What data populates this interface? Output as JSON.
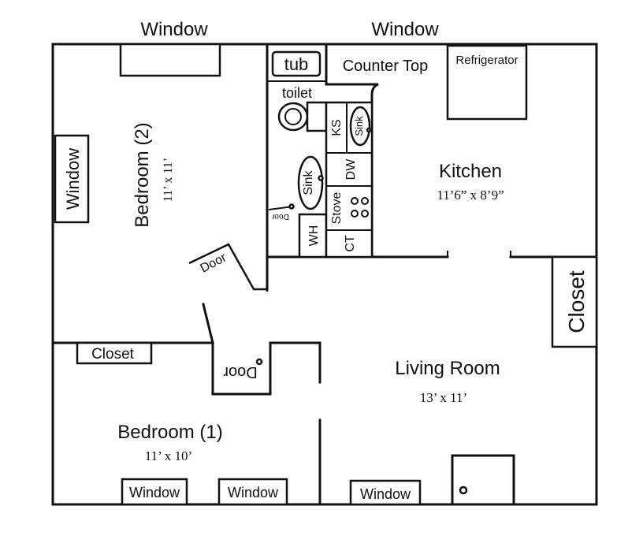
{
  "labels": {
    "window_top_left": "Window",
    "window_top_right": "Window",
    "window_left": "Window",
    "window_bottom_1": "Window",
    "window_bottom_2": "Window",
    "window_bottom_3": "Window",
    "tub": "tub",
    "counter_top": "Counter Top",
    "refrigerator": "Refrigerator",
    "toilet": "toilet",
    "ks": "KS",
    "kitchen_sink": "Sink",
    "bath_sink": "Sink",
    "dw": "DW",
    "stove": "Stove",
    "wh": "WH",
    "ct": "CT",
    "bath_door": "Door",
    "bedroom2_door": "Door",
    "bedroom1_door": "Door",
    "closet_bedroom1": "Closet",
    "closet_living": "Closet"
  },
  "rooms": {
    "bedroom2": {
      "name": "Bedroom (2)",
      "size": "11’ x 11’"
    },
    "kitchen": {
      "name": "Kitchen",
      "size": "11’6” x 8’9”"
    },
    "living": {
      "name": "Living Room",
      "size": "13’ x 11’"
    },
    "bedroom1": {
      "name": "Bedroom (1)",
      "size": "11’ x 10’"
    }
  }
}
